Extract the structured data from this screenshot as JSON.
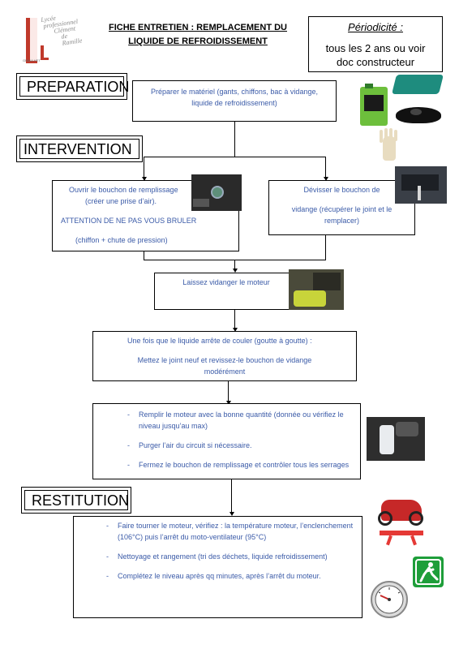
{
  "logo": {
    "line1": "Lycée",
    "line2": "professionnel",
    "line3": "Clément",
    "line4": "de",
    "line5": "Ramille",
    "line6": "GRAULHET"
  },
  "title": {
    "line1": "FICHE ENTRETIEN : REMPLACEMENT DU",
    "line2": "LIQUIDE DE REFROIDISSEMENT"
  },
  "periodicity": {
    "label": "Périodicité :",
    "line1": "tous les 2 ans ou voir",
    "line2": "doc constructeur"
  },
  "sections": {
    "preparation": "PREPARATION",
    "intervention": "INTERVENTION",
    "restitution": "RESTITUTION"
  },
  "steps": {
    "prepare": {
      "line1": "Préparer le matériel (gants, chiffons, bac à vidange,",
      "line2": "liquide de refroidissement)"
    },
    "open_cap": {
      "line1": "Ouvrir le bouchon de remplissage",
      "line2": "(créer une prise d’air).",
      "line3": "ATTENTION DE NE PAS VOUS BRULER",
      "line4": "(chiffon + chute de pression)"
    },
    "unscrew": {
      "line1": "Dévisser le bouchon de",
      "line2": "vidange (récupérer le joint et le",
      "line3": "remplacer)"
    },
    "drain": {
      "line1": "Laissez vidanger le moteur"
    },
    "after_drain": {
      "line1": "Une fois que le liquide arrête de couler (goutte à goutte) :",
      "line2": "Mettez le joint neuf et revissez-le bouchon de vidange",
      "line3": "modérément"
    },
    "fill": [
      "Remplir le moteur avec la bonne quantité (donnée ou vérifiez le niveau jusqu’au max)",
      "Purger l’air du circuit si nécessaire.",
      "Fermez le bouchon de remplissage et contrôler tous les serrages"
    ],
    "restitution": [
      "Faire tourner le moteur, vérifiez : la température moteur, l’enclenchement (106°C) puis l’arrêt du moto-ventilateur (95°C)",
      "Nettoyage et rangement (tri des déchets, liquide refroidissement)",
      "Complétez le niveau après qq minutes, après l’arrêt du moteur."
    ]
  },
  "colors": {
    "text_blue": "#3b5ba8",
    "logo_red": "#c0392b",
    "emergency_green": "#1e9e3a"
  }
}
